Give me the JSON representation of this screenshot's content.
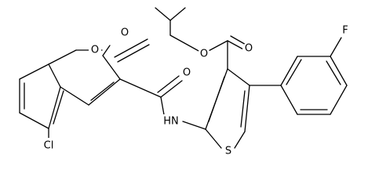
{
  "structure": {
    "atoms": {
      "O_ring": "O",
      "O_lactone": "O",
      "O_amide": "O",
      "O_ester_carbonyl": "O",
      "O_ester": "O",
      "Cl": "Cl",
      "NH": "HN",
      "S": "S",
      "F": "F"
    }
  },
  "colors": {
    "bond": "#000000",
    "text": "#000000",
    "background": "#ffffff"
  }
}
